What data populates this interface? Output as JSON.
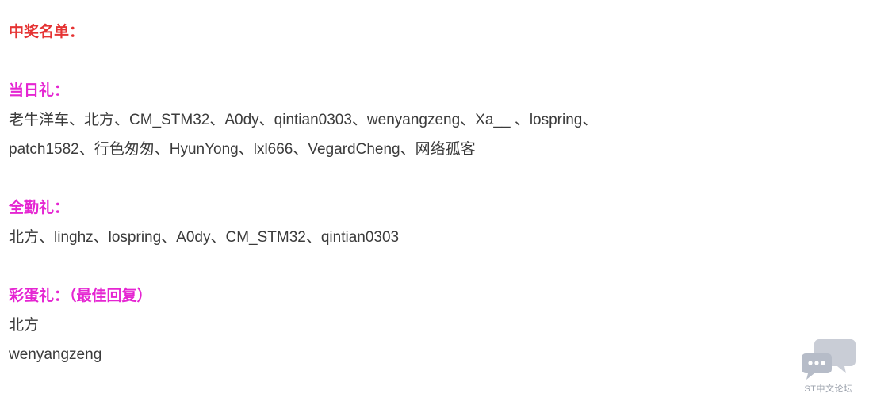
{
  "heading": {
    "label": "中奖名单："
  },
  "sections": {
    "daily": {
      "title": "当日礼：",
      "lines": [
        "老牛洋车、北方、CM_STM32、A0dy、qintian0303、wenyangzeng、Xa__ 、lospring、",
        "patch1582、行色匆匆、HyunYong、lxl666、VegardCheng、网络孤客"
      ]
    },
    "attendance": {
      "title": "全勤礼：",
      "lines": [
        "北方、linghz、lospring、A0dy、CM_STM32、qintian0303"
      ]
    },
    "egg": {
      "title": "彩蛋礼：（最佳回复）",
      "lines": [
        "北方",
        "wenyangzeng"
      ]
    }
  },
  "watermark": {
    "label": "ST中文论坛"
  },
  "colors": {
    "heading_red": "#e53333",
    "section_magenta": "#e525d2",
    "body_text": "#3b3b3b",
    "watermark_gray": "#9aa0ab",
    "bubble_light": "#c9cdd6",
    "bubble_dark": "#b6bcc8",
    "background": "#ffffff"
  }
}
